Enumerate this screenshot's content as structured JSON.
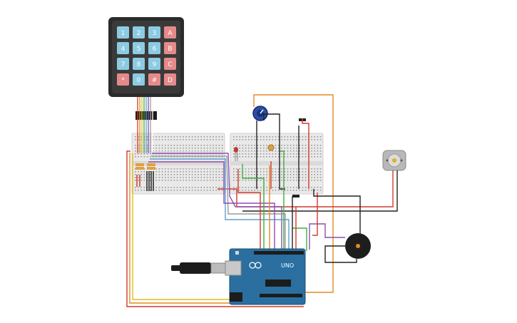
{
  "keypad": {
    "keys": [
      "1",
      "2",
      "3",
      "A",
      "4",
      "5",
      "6",
      "B",
      "7",
      "8",
      "9",
      "C",
      "*",
      "0",
      "#",
      "D"
    ],
    "colors": {
      "number": "#8ccbe2",
      "letter": "#e58a8a",
      "body": "#2b2b2b"
    }
  },
  "arduino": {
    "brand": "UNO",
    "colors": {
      "board": "#2a6fa0",
      "header": "#1c1c1c"
    }
  },
  "components": {
    "potentiometer": "potentiometer-icon",
    "motor": "dc-motor-icon",
    "buzzer": "piezo-buzzer-icon",
    "led": "red-led-icon"
  },
  "wire_colors": {
    "red": "#d33a2c",
    "black": "#222222",
    "orange": "#e58a24",
    "green": "#3fae3f",
    "purple": "#8e4fb0",
    "gray": "#9a9a9a",
    "yellow": "#d9c21f",
    "blue": "#5aa0d6",
    "brown": "#8a5a2b"
  }
}
